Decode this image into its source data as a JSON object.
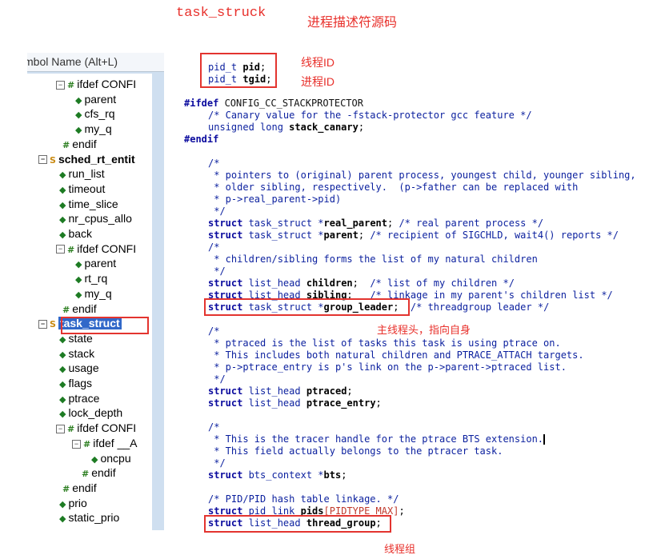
{
  "annotations": {
    "title_mono": "task_struck",
    "title_cn": "进程描述符源码",
    "pid_note": "线程ID",
    "tgid_note": "进程ID",
    "group_leader_note": "主线程头，指向自身",
    "thread_group_note": "线程组"
  },
  "panel": {
    "header": "mbol Name (Alt+L)",
    "scroll_up_icon": "▲",
    "scroll_down_icon": "▼",
    "items": [
      {
        "label": "ifdef CONFI",
        "type": "ifdef",
        "expanded": true
      },
      {
        "label": "parent",
        "type": "member"
      },
      {
        "label": "cfs_rq",
        "type": "member"
      },
      {
        "label": "my_q",
        "type": "member"
      },
      {
        "label": "endif",
        "type": "endif"
      },
      {
        "label": "sched_rt_entit",
        "type": "struct",
        "expanded": true
      },
      {
        "label": "run_list",
        "type": "member"
      },
      {
        "label": "timeout",
        "type": "member"
      },
      {
        "label": "time_slice",
        "type": "member"
      },
      {
        "label": "nr_cpus_allo",
        "type": "member"
      },
      {
        "label": "back",
        "type": "member"
      },
      {
        "label": "ifdef CONFI",
        "type": "ifdef",
        "expanded": true
      },
      {
        "label": "parent",
        "type": "member"
      },
      {
        "label": "rt_rq",
        "type": "member"
      },
      {
        "label": "my_q",
        "type": "member"
      },
      {
        "label": "endif",
        "type": "endif"
      },
      {
        "label": "task_struct",
        "type": "struct",
        "expanded": true,
        "selected": true
      },
      {
        "label": "state",
        "type": "member"
      },
      {
        "label": "stack",
        "type": "member"
      },
      {
        "label": "usage",
        "type": "member"
      },
      {
        "label": "flags",
        "type": "member"
      },
      {
        "label": "ptrace",
        "type": "member"
      },
      {
        "label": "lock_depth",
        "type": "member"
      },
      {
        "label": "ifdef CONFI",
        "type": "ifdef",
        "expanded": true
      },
      {
        "label": "ifdef __A",
        "type": "ifdef",
        "expanded": true
      },
      {
        "label": "oncpu",
        "type": "member"
      },
      {
        "label": "endif",
        "type": "endif"
      },
      {
        "label": "endif",
        "type": "endif"
      },
      {
        "label": "prio",
        "type": "member"
      },
      {
        "label": "static_prio",
        "type": "member"
      }
    ]
  },
  "code": {
    "pid_type": "pid_t ",
    "pid_name": "pid",
    "tgid_type": "pid_t ",
    "tgid_name": "tgid",
    "semi": ";",
    "ifdef_kw": "#ifdef",
    "ifdef_macro": " CONFIG_CC_STACKPROTECTOR",
    "canary_comment": "/* Canary value for the -fstack-protector gcc feature */",
    "canary_type": "unsigned long ",
    "canary_name": "stack_canary",
    "endif_kw": "#endif",
    "c1": "/*",
    "c2": " * pointers to (original) parent process, youngest child, younger sibling,",
    "c3": " * older sibling, respectively.  (p->father can be replaced with",
    "c4": " * p->real_parent->pid)",
    "c5": " */",
    "struct_kw": "struct",
    "ts_type": " task_struct *",
    "lh_type": " list_head ",
    "real_parent": "real_parent",
    "real_parent_comment": " /* real parent process */",
    "parent": "parent",
    "parent_comment": " /* recipient of SIGCHLD, wait4() reports */",
    "c6": "/*",
    "c7": " * children/sibling forms the list of my natural children",
    "c8": " */",
    "children": "children",
    "children_comment": "  /* list of my children */",
    "sibling": "sibling",
    "sibling_comment": "   /* linkage in my parent's children list */",
    "group_leader": "group_leader",
    "group_leader_comment": "  /* threadgroup leader */",
    "c9": "/*",
    "c10": " * ptraced is the list of tasks this task is using ptrace on.",
    "c11": " * This includes both natural children and PTRACE_ATTACH targets.",
    "c12": " * p->ptrace_entry is p's link on the p->parent->ptraced list.",
    "c13": " */",
    "ptraced": "ptraced",
    "ptrace_entry": "ptrace_entry",
    "c14": "/*",
    "c15": " * This is the tracer handle for the ptrace BTS extension.",
    "c16": " * This field actually belongs to the ptracer task.",
    "c17": " */",
    "bts_type": " bts_context *",
    "bts": "bts",
    "pid_comment": "/* PID/PID hash table linkage. */",
    "pl_type": " pid_link ",
    "pids": "pids",
    "pids_index": "[PIDTYPE_MAX]",
    "thread_group": "thread_group"
  }
}
